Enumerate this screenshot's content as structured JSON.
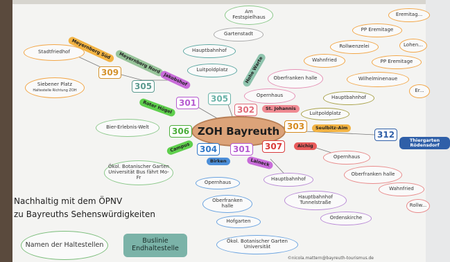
{
  "title_lines": [
    "Nachhaltig mit dem ÖPNV",
    "zu Bayreuths Sehenswürdigkeiten"
  ],
  "hub": "ZOH Bayreuth",
  "legend": {
    "stops": "Namen der Haltestellen",
    "endstop": "Buslinie Endhaltestelle"
  },
  "credit": "©nicola.mattern@bayreuth-tourismus.de",
  "bus_numbers": [
    "309",
    "305",
    "301",
    "305",
    "302",
    "303",
    "306",
    "304",
    "301",
    "307",
    "312"
  ],
  "tags": {
    "meyernberg_sud": "Meyernberg Süd",
    "meyernberg_nord": "Meyernberg Nord",
    "jakobshof": "Jakobshof",
    "hohe_warte": "Hohe Warte",
    "st_johannis": "St. Johannis",
    "roter_hugel": "Roter Hügel",
    "seulbitz": "Seulbitz-Aim",
    "campus": "Campus",
    "birken": "Birken",
    "laineck": "Laineck",
    "aichig": "Aichig",
    "thiergarten": "Thiergarten Rödensdorf"
  },
  "stops": {
    "stadtfriedhof": "Stadtfriedhof",
    "siebener_platz": "Siebener Platz",
    "siebener_sub": "Haltestelle Richtung ZOH",
    "am_festspielhaus": "Am Festspielhaus",
    "gartenstadt": "Gartenstadt",
    "hauptbahnhof_1": "Hauptbahnhof",
    "luitpoldplatz_1": "Luitpoldplatz",
    "opernhaus_1": "Opernhaus",
    "oberfranken_halle_1": "Oberfranken halle",
    "hauptbahnhof_2": "Hauptbahnhof",
    "luitpoldplatz_2": "Luitpoldplatz",
    "bier_erlebnis": "Bier-Erlebnis-Welt",
    "botanischer_1": "Ökol. Botanischer Garten Universität Bus fährt Mo-Fr",
    "opernhaus_2": "Opernhaus",
    "oberfranken_halle_2": "Oberfranken halle",
    "hofgarten": "Hofgarten",
    "botanischer_2": "Ökol. Botanischer Garten Universität",
    "hauptbahnhof_3": "Hauptbahnhof",
    "hauptbahnhof_tunnel": "Hauptbahnhof Tunnelstraße",
    "ordenskirche": "Ordenskirche",
    "opernhaus_3": "Opernhaus",
    "oberfranken_halle_3": "Oberfranken halle",
    "wahnfried_1": "Wahnfried",
    "rollwenzelei_1": "Rollw...",
    "eremitage_1": "Eremitag...",
    "pp_eremitage_1": "PP Eremitage",
    "rollwenzelei_2": "Rollwenzelei",
    "wahnfried_2": "Wahnfried",
    "pp_eremitage_2": "PP Eremitage",
    "lohengrin": "Lohen...",
    "wilhelminenaue": "Wilhelminenaue",
    "er_partial": "Er..."
  }
}
